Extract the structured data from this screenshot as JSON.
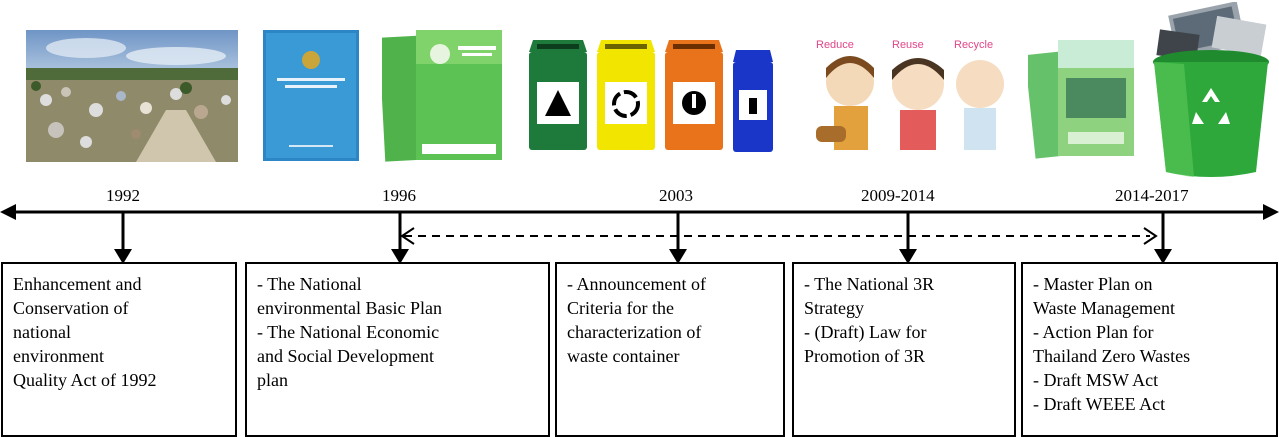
{
  "timeline": [
    {
      "year": "1992",
      "lines": [
        "Enhancement and",
        "Conservation of",
        "national",
        "environment",
        "Quality Act of 1992"
      ]
    },
    {
      "year": "1996",
      "lines": [
        "-  The National",
        "environmental Basic Plan",
        "-  The National Economic",
        "and Social Development",
        "plan"
      ]
    },
    {
      "year": "2003",
      "lines": [
        "-  Announcement of",
        "Criteria for the",
        "characterization of",
        "waste container"
      ]
    },
    {
      "year": "2009-2014",
      "lines": [
        "- The National 3R",
        "Strategy",
        "-  (Draft) Law for",
        "Promotion of 3R"
      ]
    },
    {
      "year": "2014-2017",
      "lines": [
        "-  Master Plan on",
        "Waste Management",
        "-  Action Plan for",
        "Thailand Zero Wastes",
        "-  Draft MSW Act",
        "-  Draft WEEE Act"
      ]
    }
  ],
  "images": {
    "landfill": "waste-dump-photo",
    "plan_cover_blue": "blue-document-cover",
    "plan_cover_green": "green-document-covers",
    "bins": [
      "#1e7a3a",
      "#f2e600",
      "#e8731a",
      "#1a36c8"
    ],
    "reduce_reuse_recycle": [
      "Reduce",
      "Reuse",
      "Recycle"
    ],
    "recycle_bin": "recycle-bin-with-electronics"
  }
}
